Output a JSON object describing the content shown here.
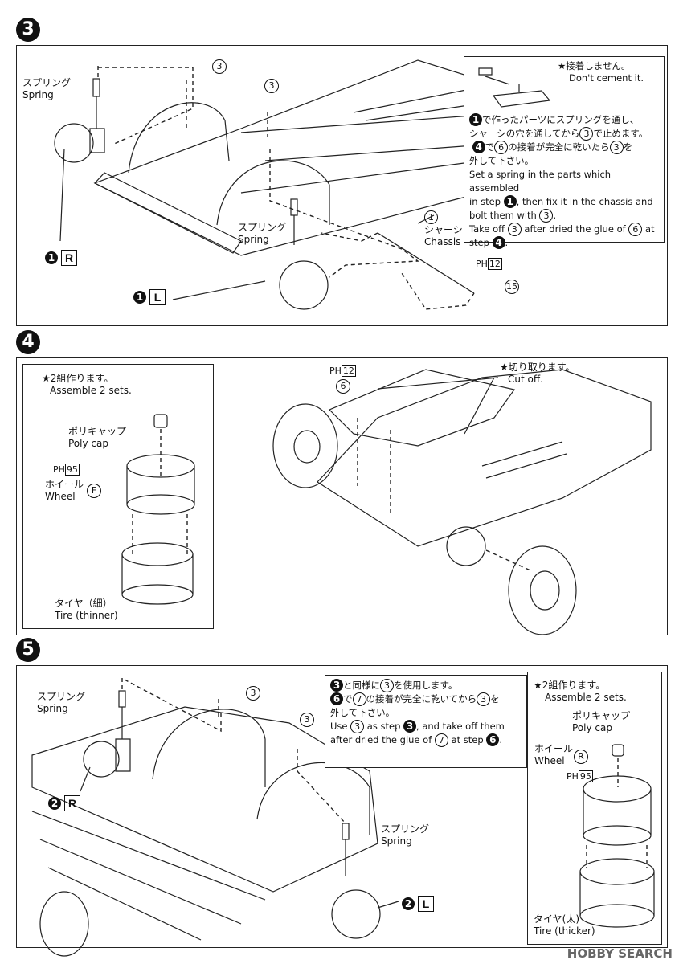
{
  "steps": [
    {
      "number": "3",
      "labels": {
        "spring_r_jp": "スプリング",
        "spring_r_en": "Spring",
        "spring_l_jp": "スプリング",
        "spring_l_en": "Spring",
        "chassis_num": "1",
        "chassis_jp": "シャーシ",
        "chassis_en": "Chassis",
        "part3_a": "3",
        "part3_b": "3",
        "part15": "15",
        "ph": "PH",
        "ph_num": "12"
      },
      "side_r": {
        "num": "1",
        "letter": "R"
      },
      "side_l": {
        "num": "1",
        "letter": "L"
      },
      "note": {
        "no_cement_jp": "★接着しません。",
        "no_cement_en": "Don't cement it.",
        "jp_1": "で作ったパーツにスプリングを通し、",
        "jp_1_num": "1",
        "jp_2": "シャーシの穴を通してから",
        "jp_2_num": "3",
        "jp_2b": "で止めます。",
        "jp_3_num": "4",
        "jp_3a": "で",
        "jp_3_part": "6",
        "jp_3b": "の接着が完全に乾いたら",
        "jp_3_part2": "3",
        "jp_3c": "を",
        "jp_4": "外して下さい。",
        "en_1": "Set a spring in the parts which assembled",
        "en_2a": "in step",
        "en_2_num": "1",
        "en_2b": ", then fix it in the chassis and",
        "en_3a": "bolt them with",
        "en_3_part": "3",
        "en_3b": ".",
        "en_4a": "Take off",
        "en_4_part": "3",
        "en_4b": "after dried the glue of",
        "en_4_part2": "6",
        "en_4c": "at",
        "en_5a": "step",
        "en_5_num": "4",
        "en_5b": "."
      }
    },
    {
      "number": "4",
      "inset": {
        "title_jp": "★2組作ります。",
        "title_en": "Assemble 2 sets.",
        "polycap_jp": "ポリキャップ",
        "polycap_en": "Poly cap",
        "ph": "PH",
        "ph_num": "95",
        "wheel_jp": "ホイール",
        "wheel_en": "Wheel",
        "wheel_mark": "F",
        "tire_jp": "タイヤ（細）",
        "tire_en": "Tire (thinner)"
      },
      "labels": {
        "ph": "PH",
        "ph_num": "12",
        "part6": "6",
        "cutoff_jp": "★切り取ります。",
        "cutoff_en": "Cut off."
      }
    },
    {
      "number": "5",
      "labels": {
        "spring_r_jp": "スプリング",
        "spring_r_en": "Spring",
        "spring_l_jp": "スプリング",
        "spring_l_en": "Spring",
        "part3_a": "3",
        "part3_b": "3"
      },
      "side_r": {
        "num": "2",
        "letter": "R"
      },
      "side_l": {
        "num": "2",
        "letter": "L"
      },
      "note": {
        "jp_1a_num": "3",
        "jp_1a": "と同様に",
        "jp_1_part": "3",
        "jp_1b": "を使用します。",
        "jp_2_part": "6",
        "jp_2a": "で",
        "jp_2_part2": "7",
        "jp_2b": "の接着が完全に乾いてから",
        "jp_2_part3": "3",
        "jp_2c": "を",
        "jp_3": "外して下さい。",
        "en_1a": "Use",
        "en_1_part": "3",
        "en_1b": "as step",
        "en_1_num": "3",
        "en_1c": ", and take off them",
        "en_2a": "after dried the glue of",
        "en_2_part": "7",
        "en_2b": "at step",
        "en_2_num": "6",
        "en_2c": "."
      },
      "inset": {
        "title_jp": "★2組作ります。",
        "title_en": "Assemble 2 sets.",
        "polycap_jp": "ポリキャップ",
        "polycap_en": "Poly cap",
        "wheel_jp": "ホイール",
        "wheel_en": "Wheel",
        "wheel_mark": "R",
        "ph": "PH",
        "ph_num": "95",
        "tire_jp": "タイヤ(太)",
        "tire_en": "Tire (thicker)"
      }
    }
  ],
  "watermark": "HOBBY SEARCH"
}
